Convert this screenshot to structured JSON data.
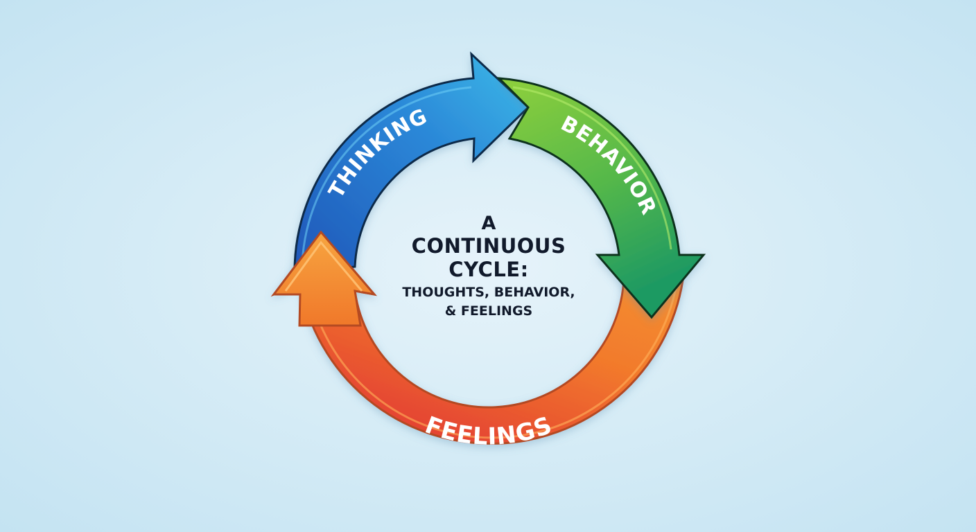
{
  "diagram": {
    "type": "cycle",
    "center_title": {
      "line1": "A",
      "line2": "CONTINUOUS",
      "line3": "CYCLE:",
      "line4": "THOUGHTS, BEHAVIOR,",
      "line5": "& FEELINGS"
    },
    "stages": [
      {
        "label": "THINKING",
        "color": "#2f86d6",
        "position": "top-left",
        "arrow_to": "BEHAVIOR"
      },
      {
        "label": "BEHAVIOR",
        "color": "#4fb34a",
        "position": "right",
        "arrow_to": "FEELINGS"
      },
      {
        "label": "FEELINGS",
        "color": "#ef5a2a",
        "position": "bottom",
        "arrow_to": "THINKING"
      }
    ],
    "colors": {
      "background": "#d6ecf6",
      "thinking_light": "#3bb4e6",
      "thinking_dark": "#2463c2",
      "behavior_light": "#8ccf3e",
      "behavior_dark": "#229a5c",
      "feelings_light": "#f7962e",
      "feelings_dark": "#e43b33",
      "outline": "#0f2a3a",
      "text": "#111a2b"
    }
  }
}
